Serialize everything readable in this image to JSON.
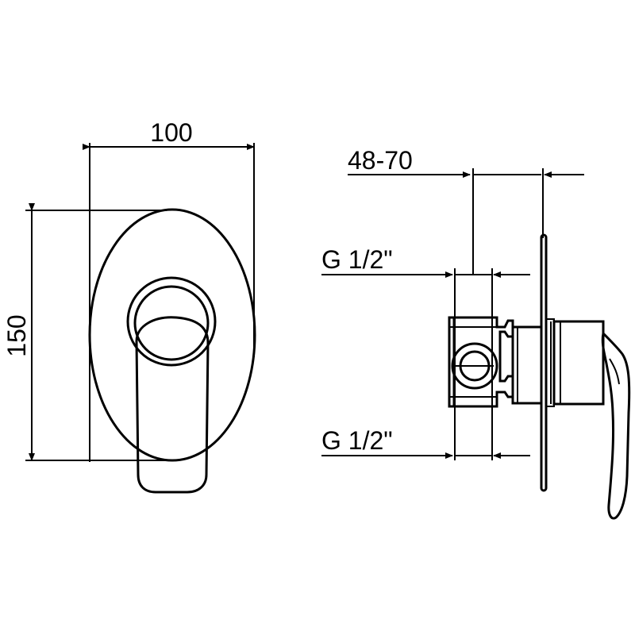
{
  "dimensions": {
    "width": "100",
    "height": "150",
    "depth_range": "48-70",
    "thread_top": "G 1/2\"",
    "thread_bottom": "G 1/2\""
  },
  "colors": {
    "ink": "#000000",
    "background": "#ffffff"
  }
}
